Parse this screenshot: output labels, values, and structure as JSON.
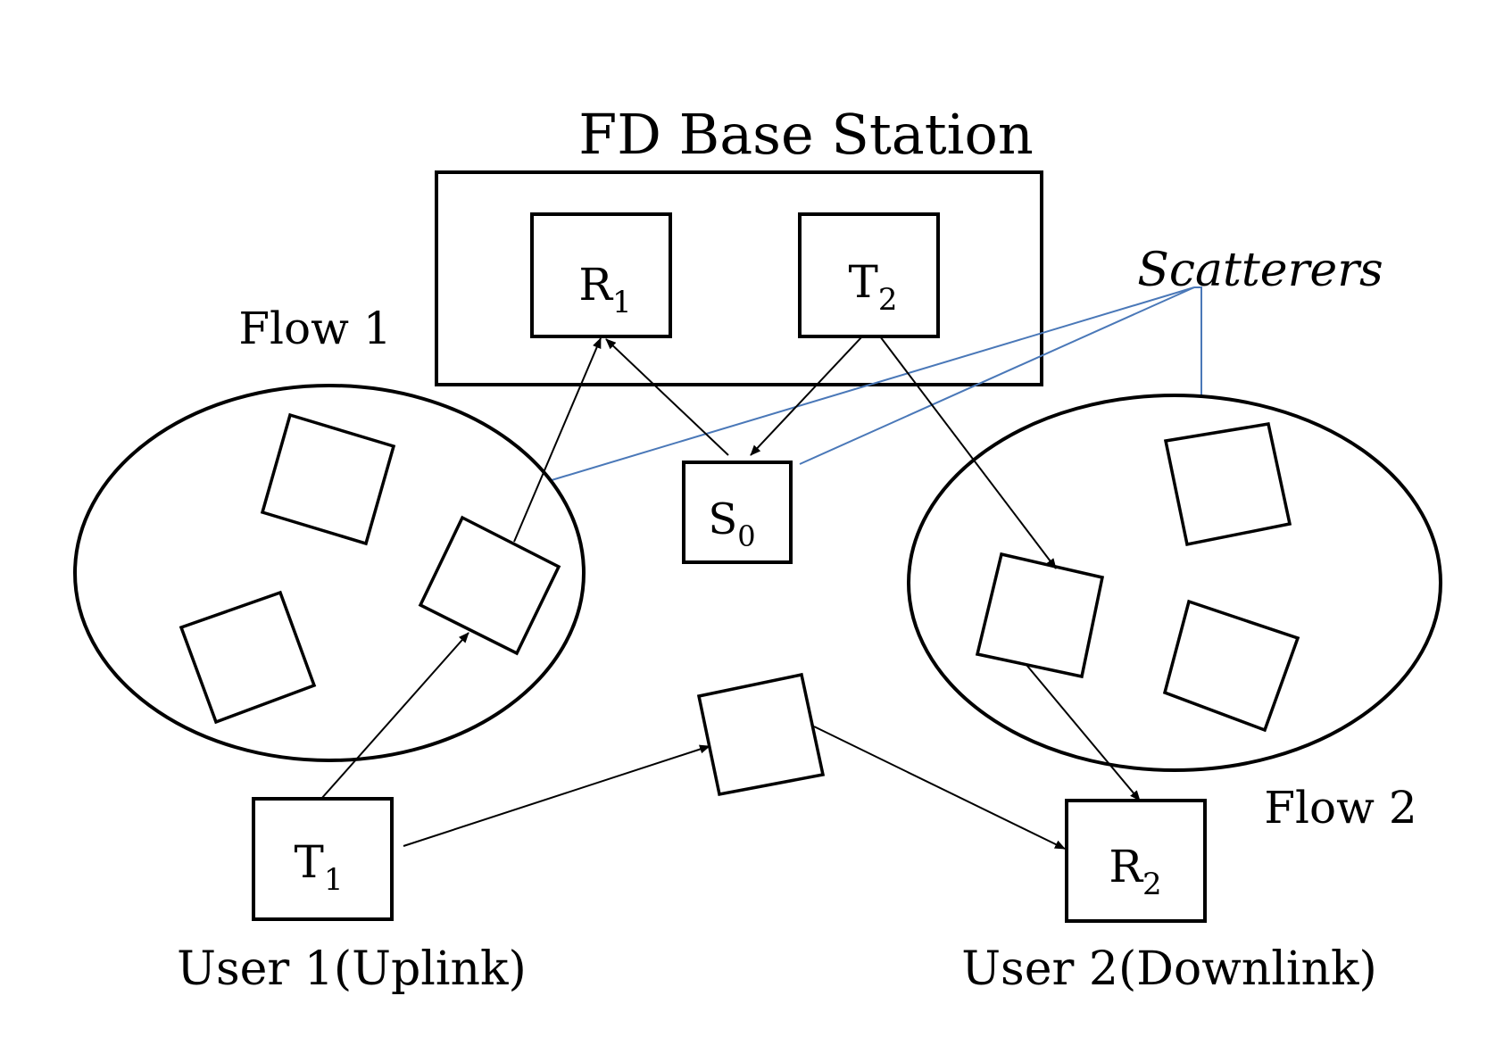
{
  "base_station": {
    "title": "FD Base Station"
  },
  "nodes": {
    "r1": {
      "letter": "R",
      "sub": "1"
    },
    "t2": {
      "letter": "T",
      "sub": "2"
    },
    "s0": {
      "letter": "S",
      "sub": "0"
    },
    "t1": {
      "letter": "T",
      "sub": "1"
    },
    "r2": {
      "letter": "R",
      "sub": "2"
    }
  },
  "labels": {
    "flow1": "Flow 1",
    "flow2": "Flow 2",
    "scatterers": "Scatterers",
    "user1": "User 1(Uplink)",
    "user2": "User 2(Downlink)"
  },
  "colors": {
    "pointer_line": "#4a78b8",
    "stroke": "#000000"
  }
}
